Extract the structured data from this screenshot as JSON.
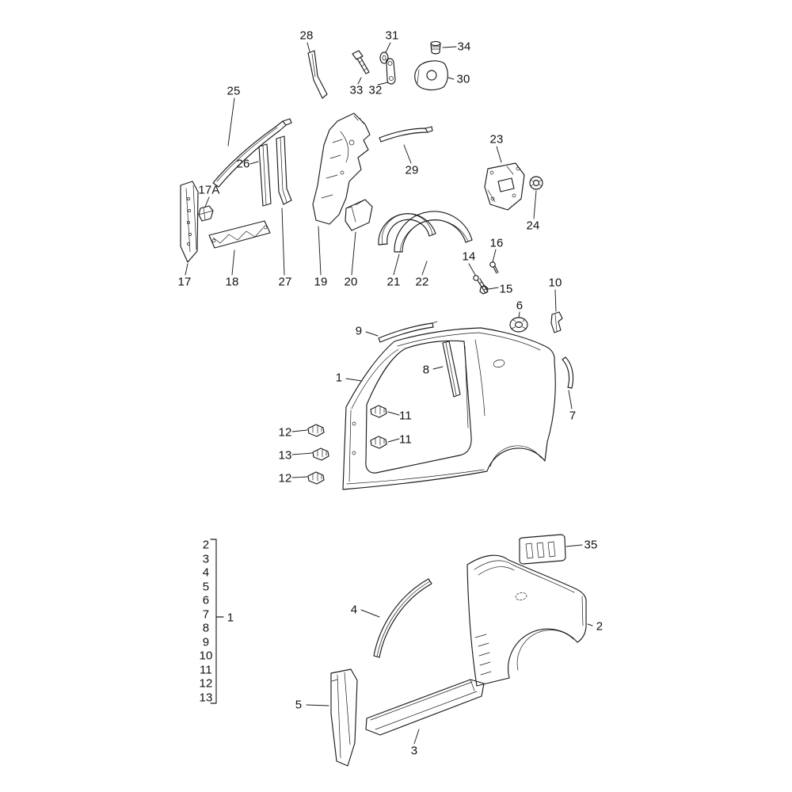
{
  "page": {
    "background": "#ffffff",
    "ink": "#1c1c1c"
  },
  "callouts": {
    "c28": "28",
    "c31": "31",
    "c33": "33",
    "c32": "32",
    "c34": "34",
    "c30": "30",
    "c25": "25",
    "c26": "26",
    "c17a": "17A",
    "c23": "23",
    "c24": "24",
    "c29": "29",
    "c17": "17",
    "c18": "18",
    "c27": "27",
    "c19": "19",
    "c20": "20",
    "c21": "21",
    "c22": "22",
    "c14": "14",
    "c16": "16",
    "c15": "15",
    "c6": "6",
    "c10": "10",
    "c9": "9",
    "c1": "1",
    "c8": "8",
    "c7": "7",
    "c11a": "11",
    "c11b": "11",
    "c12a": "12",
    "c13": "13",
    "c12b": "12",
    "c35": "35",
    "c2": "2",
    "c4": "4",
    "c5": "5",
    "c3": "3"
  },
  "parts_index": {
    "group_label": "1",
    "items": [
      "2",
      "3",
      "4",
      "5",
      "6",
      "7",
      "8",
      "9",
      "10",
      "11",
      "12",
      "13"
    ]
  }
}
